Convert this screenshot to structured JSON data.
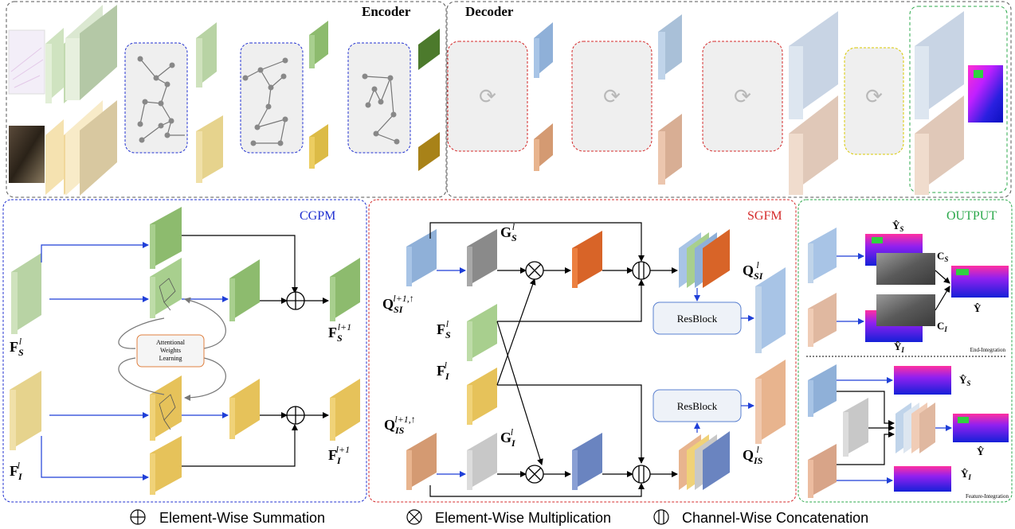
{
  "encoder": {
    "title": "Encoder"
  },
  "decoder": {
    "title": "Decoder"
  },
  "cgpm": {
    "title": "CGPM",
    "f_s": "F",
    "f_s_sub": "S",
    "f_s_sup": "l",
    "f_i": "F",
    "f_i_sub": "I",
    "f_i_sup": "l",
    "f_s_next": "F",
    "f_s_next_sub": "S",
    "f_s_next_sup": "l+1",
    "f_i_next": "F",
    "f_i_next_sub": "I",
    "f_i_next_sup": "l+1",
    "attn_line1": "Attentional",
    "attn_line2": "Weights",
    "attn_line3": "Learning"
  },
  "sgfm": {
    "title": "SGFM",
    "q_si_in": "Q",
    "q_si_in_sub": "SI",
    "q_si_in_sup": "l+1,↑",
    "q_is_in": "Q",
    "q_is_in_sub": "IS",
    "q_is_in_sup": "l+1,↑",
    "g_s": "G",
    "g_s_sub": "S",
    "g_s_sup": "l",
    "g_i": "G",
    "g_i_sub": "I",
    "g_i_sup": "l",
    "f_s": "F",
    "f_s_sub": "S",
    "f_s_sup": "l",
    "f_i": "F",
    "f_i_sub": "I",
    "f_i_sup": "l",
    "q_si_out": "Q",
    "q_si_out_sub": "SI",
    "q_si_out_sup": "l",
    "q_is_out": "Q",
    "q_is_out_sub": "IS",
    "q_is_out_sup": "l",
    "resblock_top": "ResBlock",
    "resblock_bottom": "ResBlock"
  },
  "output": {
    "title": "OUTPUT",
    "y_s": "Ŷ",
    "y_s_sub": "S",
    "y_i": "Ŷ",
    "y_i_sub": "I",
    "y": "Ŷ",
    "c_s": "C",
    "c_s_sub": "S",
    "c_i": "C",
    "c_i_sub": "I",
    "end_integration": "End-Integration",
    "y_s2": "Ŷ",
    "y_s2_sub": "S",
    "y2": "Ŷ",
    "y_i2": "Ŷ",
    "y_i2_sub": "I",
    "feature_integration": "Feature-Integration"
  },
  "legend": {
    "sum": "Element-Wise Summation",
    "mul": "Element-Wise Multiplication",
    "concat": "Channel-Wise Concatenation"
  },
  "colors": {
    "blue_frame": "#1f2fd0",
    "red_frame": "#d42a2a",
    "green_frame": "#2aa84a",
    "gray_frame": "#555555",
    "arrow_blue": "#1f3fd8"
  }
}
